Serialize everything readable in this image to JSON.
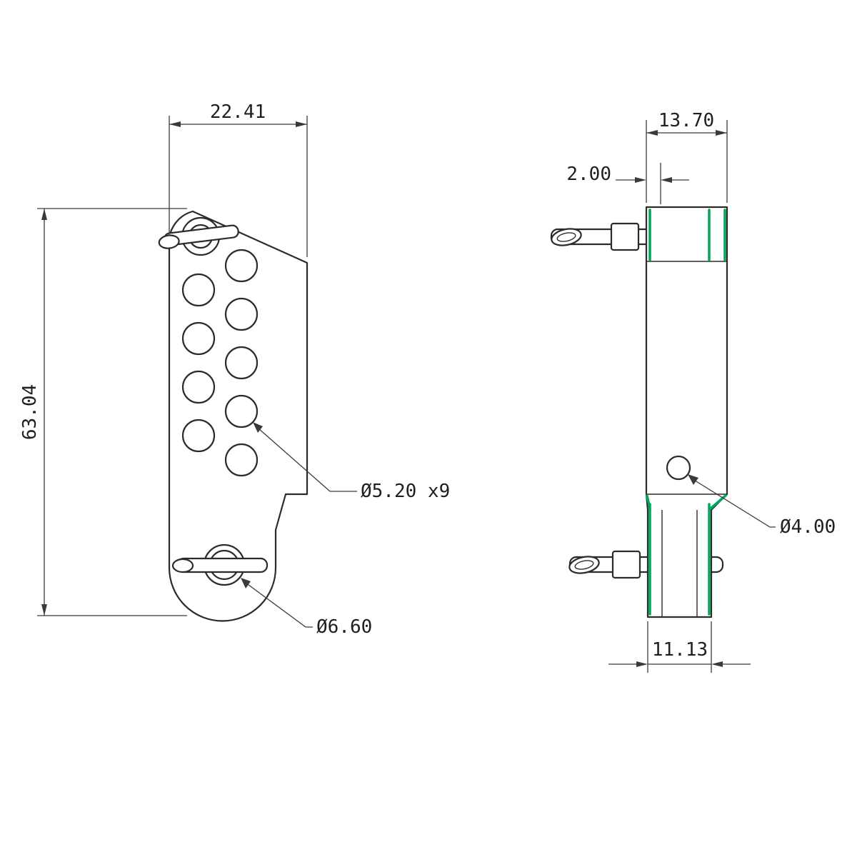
{
  "drawing": {
    "background": "#ffffff",
    "line_color": "#2b2b2b",
    "highlight_color": "#00a65a",
    "views": {
      "front": {
        "label": "front-view",
        "dimensions": {
          "width": "22.41",
          "height": "63.04",
          "holes_callout": "Ø5.20 x9",
          "pin_hole_callout": "Ø6.60"
        }
      },
      "side": {
        "label": "side-view",
        "dimensions": {
          "width": "13.70",
          "thickness": "2.00",
          "hole_callout": "Ø4.00",
          "bottom_width": "11.13"
        }
      }
    }
  }
}
